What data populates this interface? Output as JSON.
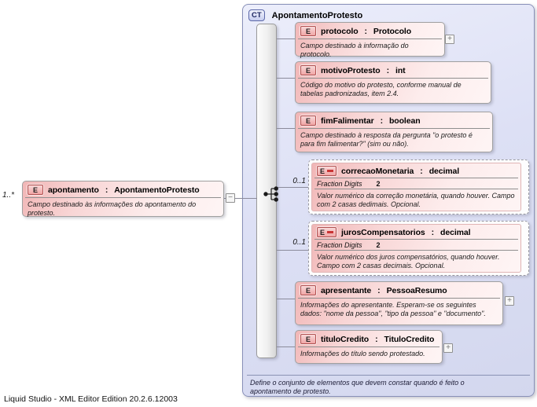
{
  "glyphs": {
    "element_icon": "E",
    "type_sep": ":",
    "expand": "+",
    "collapse": "−",
    "complex_type_badge": "CT"
  },
  "footer": "Liquid Studio - XML Editor Edition 20.2.6.12003",
  "root_element": {
    "cardinality": "1..*",
    "name": "apontamento",
    "type": "ApontamentoProtesto",
    "annotation": "Campo destinado às informações do apontamento do protesto."
  },
  "complex_type": {
    "title": "ApontamentoProtesto",
    "compositor": "sequence",
    "annotation": "Define o conjunto de elementos que devem constar quando é feito o apontamento de protesto.",
    "children": [
      {
        "name": "protocolo",
        "type": "Protocolo",
        "annotation": "Campo destinado à informação do protocolo."
      },
      {
        "name": "motivoProtesto",
        "type": "int",
        "annotation": "Código do motivo do protesto,  conforme manual de tabelas padronizadas, item 2.4."
      },
      {
        "name": "fimFalimentar",
        "type": "boolean",
        "annotation": "Campo destinado à resposta da pergunta \"o protesto é para fim falimentar?\" (sim ou não)."
      },
      {
        "name": "correcaoMonetaria",
        "type": "decimal",
        "cardinality": "0..1",
        "facet_label": "Fraction Digits",
        "facet_value": "2",
        "annotation": "Valor numérico da correção monetária, quando houver. Campo com 2 casas dedimais. Opcional."
      },
      {
        "name": "jurosCompensatorios",
        "type": "decimal",
        "cardinality": "0..1",
        "facet_label": "Fraction Digits",
        "facet_value": "2",
        "annotation": "Valor numérico dos juros compensatórios, quando houver. Campo com 2 casas decimais. Opcional."
      },
      {
        "name": "apresentante",
        "type": "PessoaResumo",
        "annotation": "Informações do apresentante. Esperam-se os seguintes dados: \"nome da pessoa\", \"tipo da pessoa\" e \"documento\"."
      },
      {
        "name": "tituloCredito",
        "type": "TituloCredito",
        "annotation": "Informações do título sendo protestado."
      }
    ]
  }
}
